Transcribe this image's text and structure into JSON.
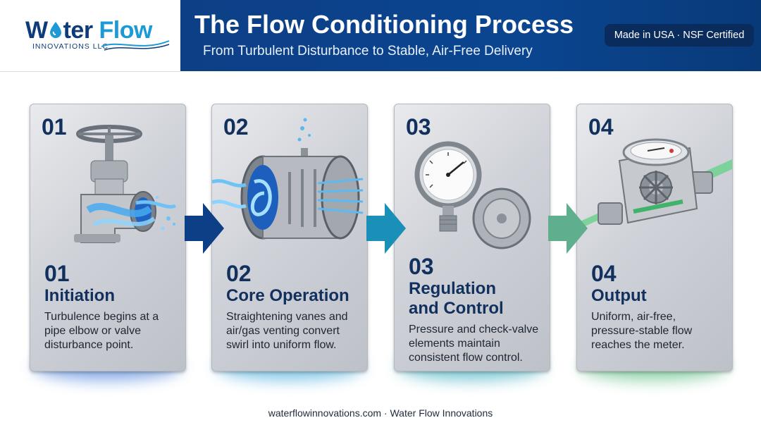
{
  "logo": {
    "word_part1": "W",
    "word_part2": "ter",
    "word_part3": "Flow",
    "subline": "INNOVATIONS LLC",
    "drop_icon": "water-drop-icon"
  },
  "header": {
    "title": "The Flow Conditioning Process",
    "subtitle": "From Turbulent Disturbance to Stable, Air-Free Delivery",
    "badge": "Made in USA · NSF Certified"
  },
  "steps": [
    {
      "number": "01",
      "title": "Initiation",
      "description": "Turbulence begins at a pipe elbow or valve disturbance point.",
      "icon": "gate-valve-elbow-icon",
      "accent": "#2f6fd6"
    },
    {
      "number": "02",
      "title": "Core Operation",
      "description": "Straightening vanes and air/gas venting convert swirl into uniform flow.",
      "icon": "flow-straightener-icon",
      "accent": "#2aa0d8"
    },
    {
      "number": "03",
      "title": "Regulation and Control",
      "description": "Pressure and check-valve elements maintain consistent flow control.",
      "icon": "pressure-gauge-icon",
      "accent": "#1fa3b8"
    },
    {
      "number": "04",
      "title": "Output",
      "description": "Uniform, air-free, pressure-stable flow reaches the meter.",
      "icon": "water-meter-icon",
      "accent": "#3eb36c"
    }
  ],
  "arrows": {
    "colors": [
      "#0c3f86",
      "#1a8fb7",
      "#5fae8e"
    ]
  },
  "footer": {
    "text": "waterflowinnovations.com · Water Flow Innovations"
  }
}
